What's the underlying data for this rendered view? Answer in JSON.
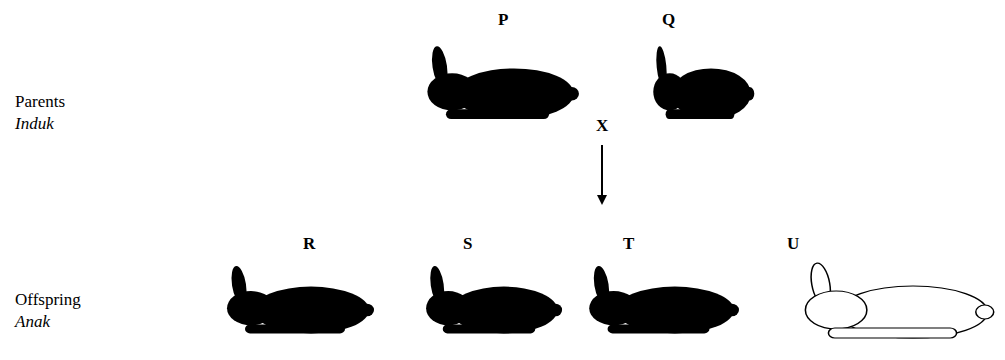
{
  "diagram": {
    "labels": [
      "Parents",
      "Induk",
      "P",
      "X",
      "Q",
      "Offspring",
      "Anak",
      "R",
      "S",
      "T",
      "U"
    ]
  }
}
